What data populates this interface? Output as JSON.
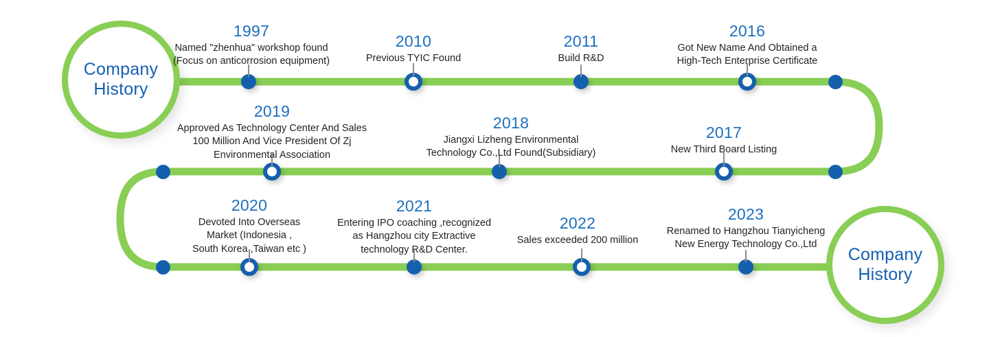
{
  "title": "Company History Timeline",
  "colors": {
    "track_green": "#89ce55",
    "marker_blue": "#1560ad",
    "year_blue": "#1c6fc0",
    "text_dark": "#231f20",
    "background": "#ffffff"
  },
  "endcaps": {
    "left": {
      "text": "Company\nHistory"
    },
    "right": {
      "text": "Company\nHistory"
    }
  },
  "milestones": [
    {
      "id": "1997",
      "year": "1997",
      "desc": "Named \"zhenhua\" workshop found\n(Focus on anticorrosion equipment)",
      "marker": "filled",
      "row": 1
    },
    {
      "id": "2010",
      "year": "2010",
      "desc": "Previous TYIC Found",
      "marker": "hollow",
      "row": 1
    },
    {
      "id": "2011",
      "year": "2011",
      "desc": "Build R&D",
      "marker": "filled",
      "row": 1
    },
    {
      "id": "2016",
      "year": "2016",
      "desc": "Got New Name And Obtained a\nHigh-Tech Enterprise Certificate",
      "marker": "hollow",
      "row": 1
    },
    {
      "id": "2019",
      "year": "2019",
      "desc": "Approved As Technology Center And Sales\n100 Million And Vice President Of Zj\nEnvironmental Association",
      "marker": "hollow",
      "row": 2
    },
    {
      "id": "2018",
      "year": "2018",
      "desc": "Jiangxi Lizheng Environmental\nTechnology Co.,Ltd Found(Subsidiary)",
      "marker": "filled",
      "row": 2
    },
    {
      "id": "2017",
      "year": "2017",
      "desc": "New Third Board Listing",
      "marker": "hollow",
      "row": 2
    },
    {
      "id": "2020",
      "year": "2020",
      "desc": "Devoted Into Overseas\nMarket (Indonesia ,\nSouth Korea ,Taiwan etc )",
      "marker": "hollow",
      "row": 3
    },
    {
      "id": "2021",
      "year": "2021",
      "desc": "Entering IPO coaching ,recognized\nas Hangzhou city  Extractive\ntechnology R&D Center.",
      "marker": "filled",
      "row": 3
    },
    {
      "id": "2022",
      "year": "2022",
      "desc": "Sales exceeded 200 million",
      "marker": "hollow",
      "row": 3
    },
    {
      "id": "2023",
      "year": "2023",
      "desc": "Renamed to Hangzhou Tianyicheng\nNew Energy Technology Co.,Ltd",
      "marker": "filled",
      "row": 3
    }
  ],
  "joints": [
    {
      "id": "joint-row1-end"
    },
    {
      "id": "joint-row2-right"
    },
    {
      "id": "joint-row2-left"
    },
    {
      "id": "joint-row3-left"
    }
  ]
}
